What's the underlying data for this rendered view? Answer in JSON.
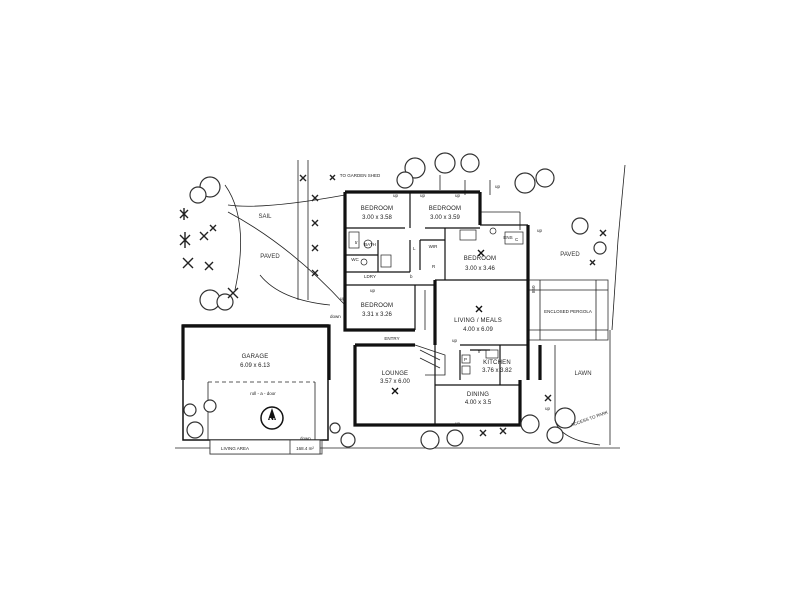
{
  "rooms": {
    "bedroom1": {
      "name": "BEDROOM",
      "dims": "3.00 x 3.58"
    },
    "bedroom2": {
      "name": "BEDROOM",
      "dims": "3.00 x 3.59"
    },
    "bedroom3": {
      "name": "BEDROOM",
      "dims": "3.00 x 3.46"
    },
    "bedroom4": {
      "name": "BEDROOM",
      "dims": "3.31 x 3.26"
    },
    "bath": {
      "name": "BATH"
    },
    "wc": {
      "name": "WC"
    },
    "ldry": {
      "name": "LDRY"
    },
    "wir": {
      "name": "WIR"
    },
    "ens": {
      "name": "ENS"
    },
    "living": {
      "name": "LIVING / MEALS",
      "dims": "4.00 x 6.09"
    },
    "kitchen": {
      "name": "KITCHEN",
      "dims": "3.76 x 3.82"
    },
    "lounge": {
      "name": "LOUNGE",
      "dims": "3.57 x 6.00"
    },
    "dining": {
      "name": "DINING",
      "dims": "4.00 x 3.5"
    },
    "garage": {
      "name": "GARAGE",
      "dims": "6.09 x 6.13"
    },
    "entry": {
      "name": "ENTRY"
    },
    "pergola": {
      "name": "ENCLOSED PERGOLA"
    }
  },
  "outside": {
    "garden_shed": "TO GARDEN SHED",
    "sail": "SAIL",
    "paved_left": "PAVED",
    "paved_right": "PAVED",
    "lawn": "LAWN",
    "access_park": "ACCESS TO PARK",
    "garage_door": "roll - a - door"
  },
  "marks": {
    "up": "up",
    "down": "down",
    "step": "850",
    "fridge": "fr",
    "pantry": "P",
    "linen": "L",
    "cupboard": "C",
    "robe": "R",
    "broom": "b",
    "wash": "tr"
  },
  "compass": "N",
  "area": {
    "label": "LIVING AREA",
    "value": "168.4 m²"
  }
}
